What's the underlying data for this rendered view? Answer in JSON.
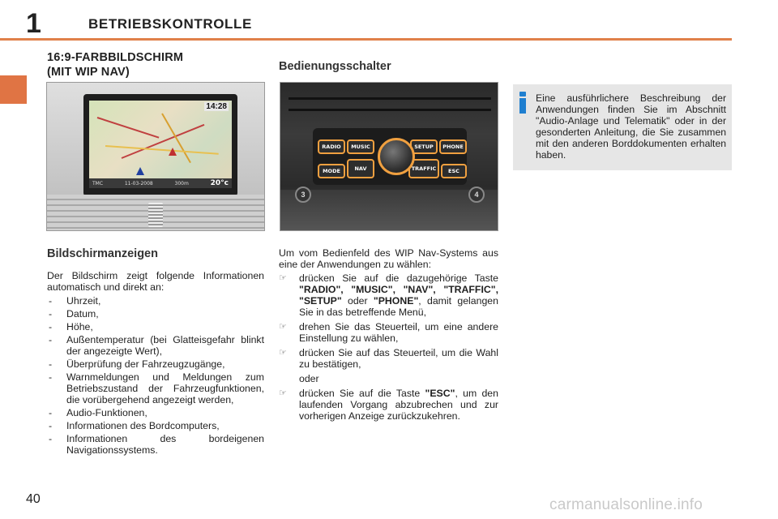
{
  "header": {
    "chapter_number": "1",
    "title": "BETRIEBSKONTROLLE"
  },
  "section": {
    "heading_line1": "16:9-FARBBILDSCHIRM",
    "heading_line2": "(MIT WIP NAV)",
    "controls_heading": "Bedienungsschalter",
    "display_heading": "Bildschirmanzeigen"
  },
  "screen_image": {
    "time": "14:28",
    "date": "11-03-2008",
    "tmc": "TMC",
    "distance": "300m",
    "temperature": "20°c"
  },
  "control_image": {
    "buttons": [
      "RADIO",
      "MUSIC",
      "SETUP",
      "PHONE",
      "MODE",
      "NAV",
      "TRAFFIC",
      "ESC"
    ],
    "round_left": "3",
    "round_right": "4"
  },
  "info_box": {
    "text": "Eine ausführlichere Beschreibung der Anwendungen finden Sie im Abschnitt \"Audio-Anlage und Telematik\" oder in der gesonderten Anleitung, die Sie zusammen mit den anderen Borddokumenten erhalten haben."
  },
  "display_section": {
    "intro": "Der Bildschirm zeigt folgende Informationen automatisch und direkt an:",
    "items": [
      "Uhrzeit,",
      "Datum,",
      "Höhe,",
      "Außentemperatur (bei Glatteisgefahr blinkt der angezeigte Wert),",
      "Überprüfung der Fahrzeugzugänge,",
      "Warnmeldungen und Meldungen zum Betriebszustand der Fahrzeugfunktionen, die vorübergehend angezeigt werden,",
      "Audio-Funktionen,",
      "Informationen des Bordcomputers,",
      "Informationen des bordeigenen Navigationssystems."
    ]
  },
  "controls_section": {
    "intro": "Um vom Bedienfeld des WIP Nav-Systems aus eine der Anwendungen zu wählen:",
    "step1_pre": "drücken Sie auf die dazugehörige Taste ",
    "step1_keys": "\"RADIO\", \"MUSIC\", \"NAV\", \"TRAFFIC\", \"SETUP\"",
    "step1_mid": " oder ",
    "step1_key_last": "\"PHONE\"",
    "step1_post": ", damit gelangen Sie in das betreffende Menü,",
    "step2": "drehen Sie das Steuerteil, um eine andere Einstellung zu wählen,",
    "step3": "drücken Sie auf das Steuerteil, um die Wahl zu bestätigen,",
    "oder": "oder",
    "step4_pre": "drücken Sie auf die Taste ",
    "step4_key": "\"ESC\"",
    "step4_post": ", um den laufenden Vorgang abzubrechen und zur vorherigen Anzeige zurückzukehren."
  },
  "footer": {
    "page_number": "40",
    "watermark": "carmanualsonline.info"
  },
  "colors": {
    "accent_orange": "#e0804a",
    "info_blue": "#1f7fd0",
    "info_bg": "#e6e6e6"
  }
}
